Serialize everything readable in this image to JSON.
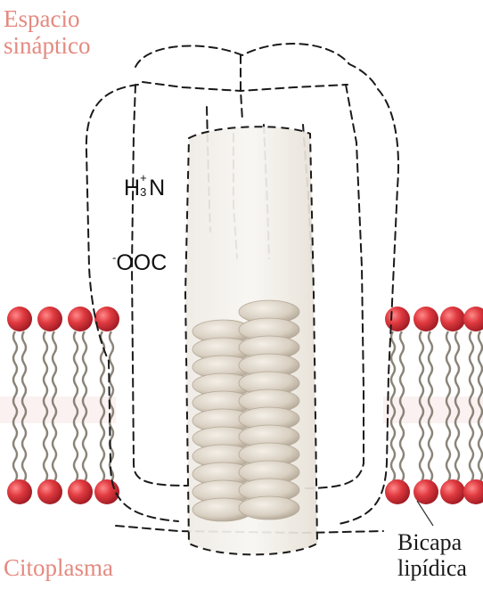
{
  "labels": {
    "top_region": [
      "Espacio",
      "sináptico"
    ],
    "bottom_region": "Citoplasma",
    "bilayer": [
      "Bicapa",
      "lipídica"
    ]
  },
  "chem": {
    "amino": {
      "h": "H",
      "charge": "+",
      "count": "3",
      "n": "N"
    },
    "carboxyl": {
      "charge": "-",
      "group": "OOC"
    }
  },
  "colors": {
    "region_text": "#e48a80",
    "lipid_head": "#d8323a",
    "lipid_tail": "#8a8378",
    "helix": "#d6cdbf",
    "outline": "#1a1a1a"
  }
}
